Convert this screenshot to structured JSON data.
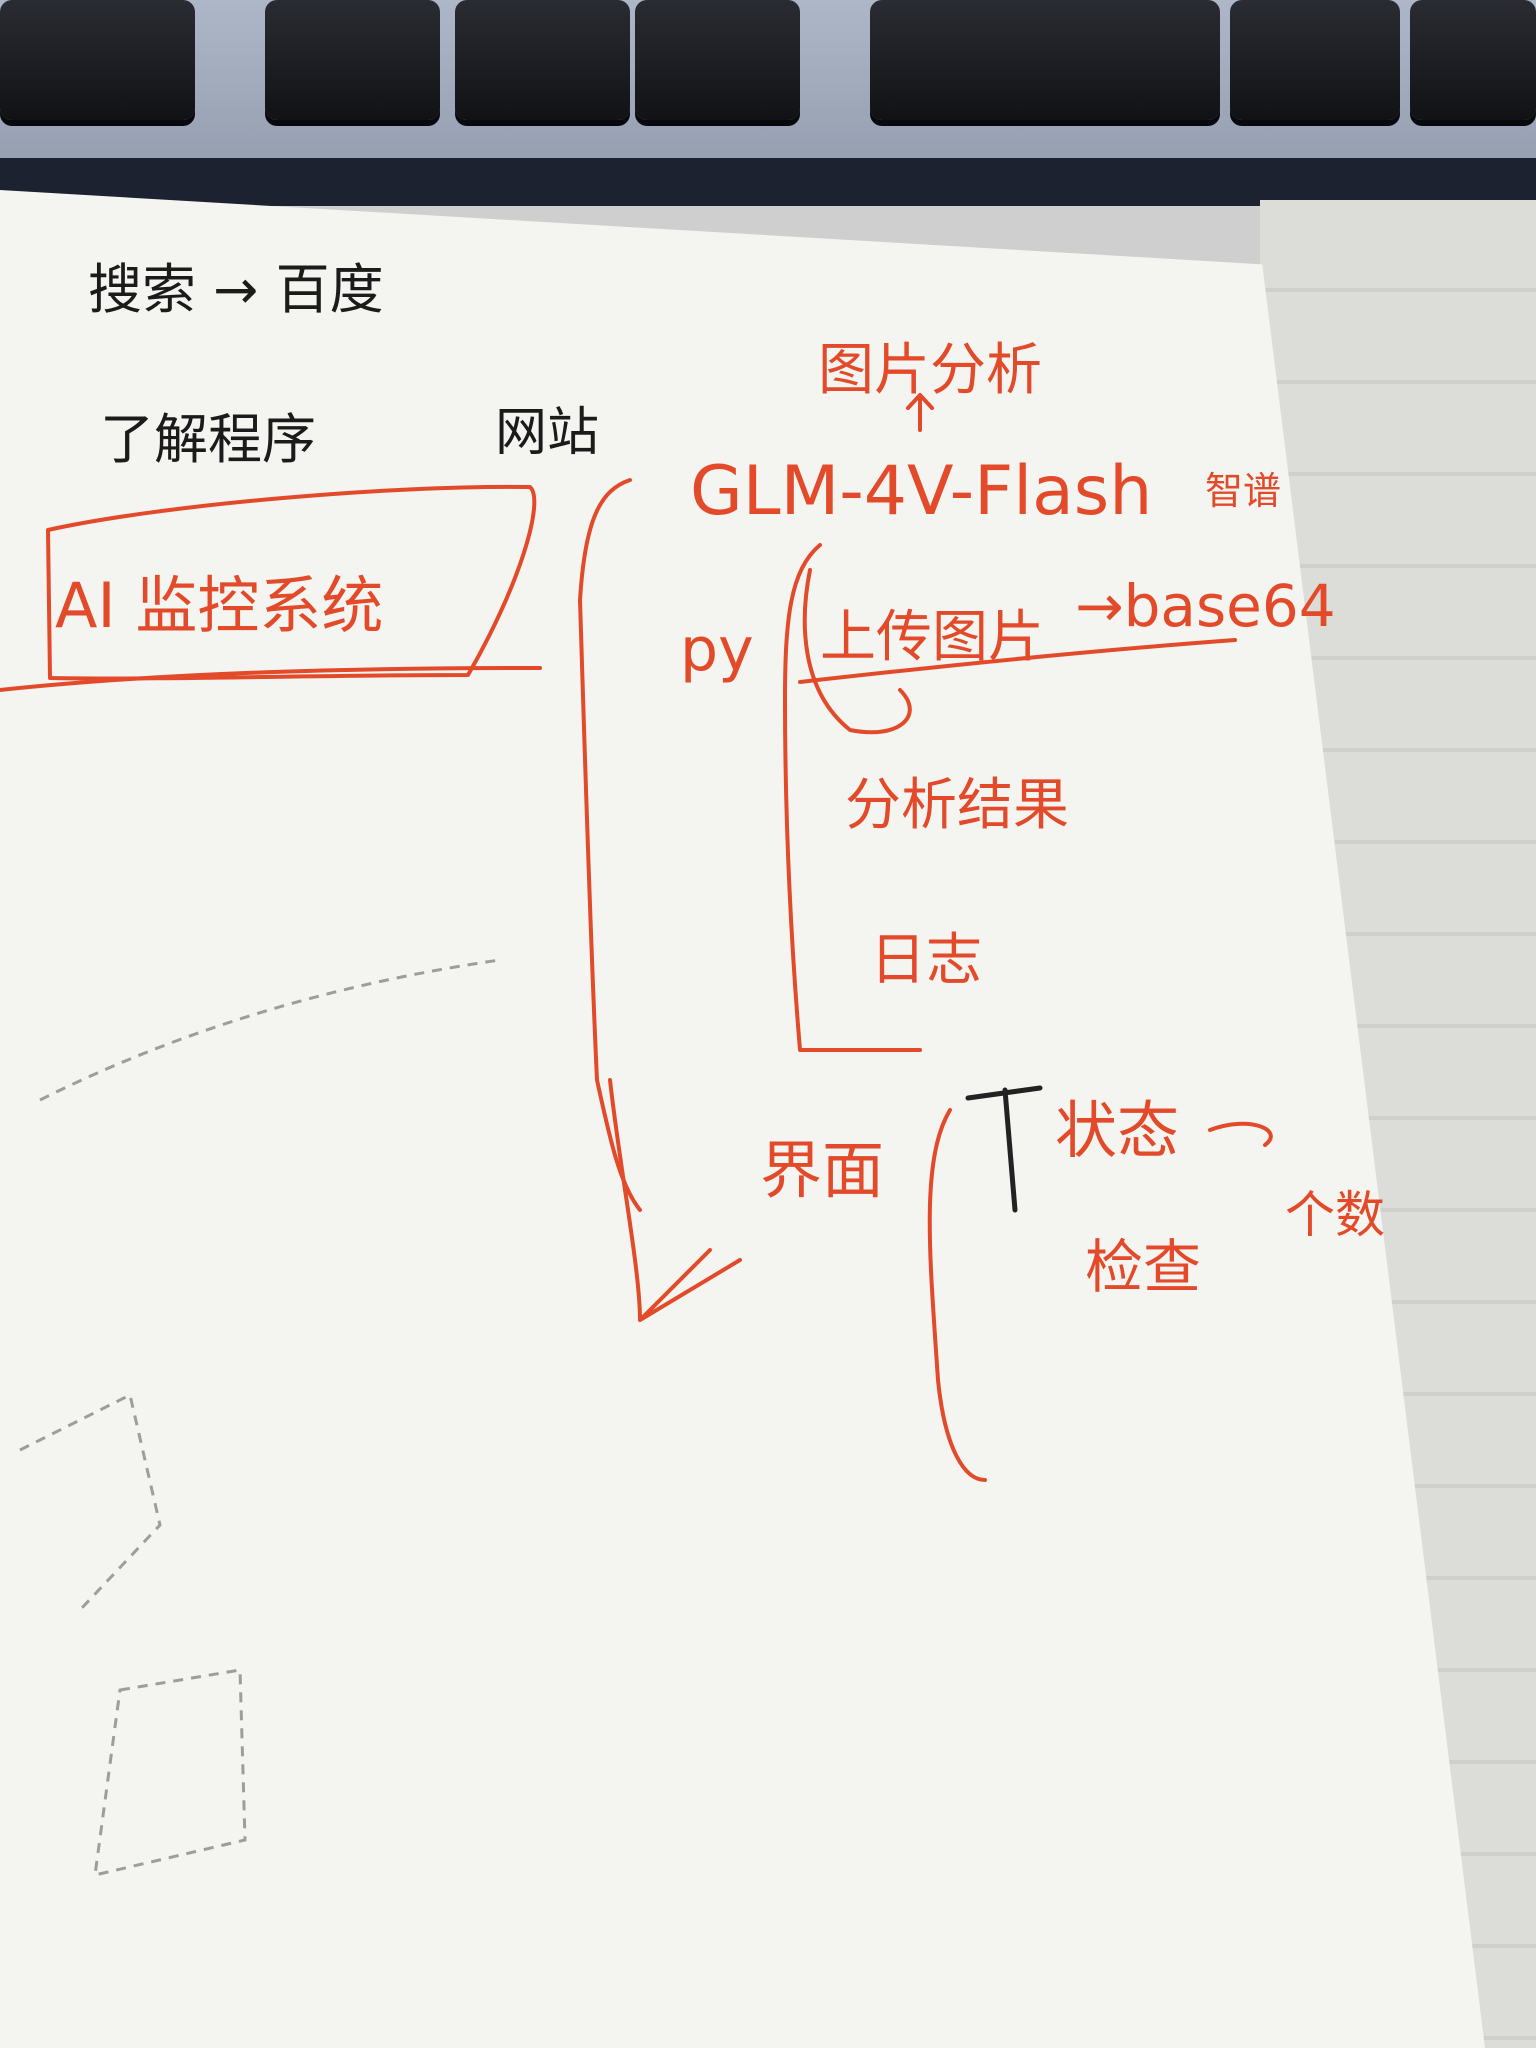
{
  "notes": {
    "search_line": "搜索 → 百度",
    "understand_line": "了解程序",
    "website": "网站",
    "ai_monitor": "AI 监控系统",
    "image_analysis": "图片分析",
    "model": "GLM-4V-Flash",
    "smart_spectrum": "智谱",
    "py": "py",
    "upload_image": "上传图片",
    "base64": "→base64",
    "analysis_result": "分析结果",
    "log": "日志",
    "ui_progress": "界面",
    "status_label": "状态",
    "inspect": "检查",
    "count": "个数"
  },
  "colors": {
    "ink_black": "#1b1b1b",
    "ink_red": "#e24a2a",
    "paper": "#f4f4f1",
    "keyboard_metal": "#aeb7c7",
    "desk": "#dcdcd8"
  }
}
